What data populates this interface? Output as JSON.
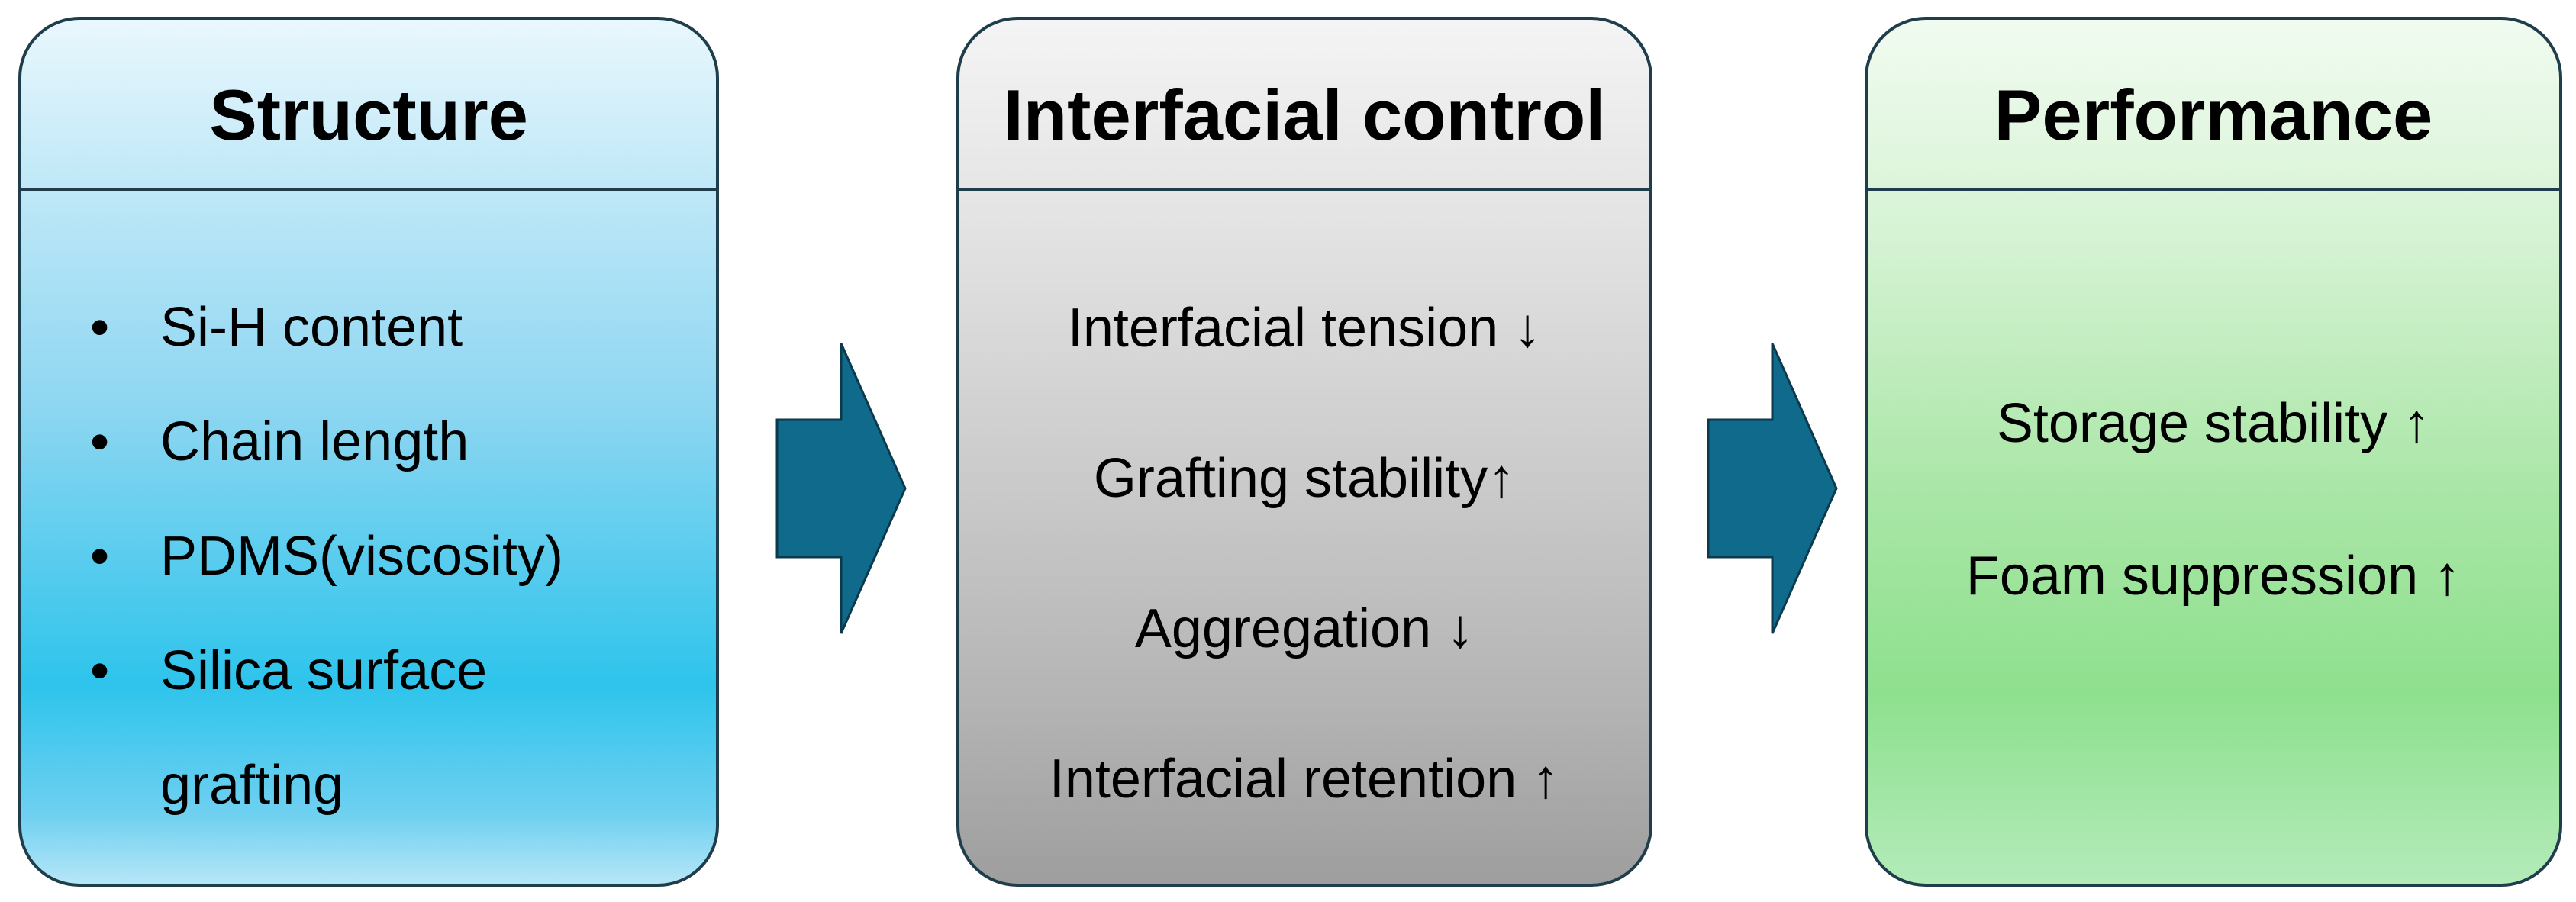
{
  "panels": {
    "structure": {
      "title": "Structure",
      "items": [
        "Si-H content",
        "Chain length",
        "PDMS(viscosity)",
        "Silica surface",
        "grafting"
      ]
    },
    "interfacial": {
      "title": "Interfacial control",
      "items": [
        "Interfacial tension ↓",
        "Grafting stability↑",
        "Aggregation ↓",
        "Interfacial retention ↑"
      ]
    },
    "performance": {
      "title": "Performance",
      "items": [
        "Storage stability ↑",
        "Foam suppression ↑"
      ]
    }
  },
  "bullet_glyph": "•",
  "colors": {
    "border": "#1f3d4a",
    "arrow_fill": "#0f6a8b",
    "arrow_stroke": "#0b3a4d",
    "structure_accent": "#2ec4ec",
    "interfacial_accent": "#b3b3b3",
    "performance_accent": "#8ee08e"
  },
  "icons": {
    "flow_arrow": "chevron-right-arrow-icon"
  }
}
